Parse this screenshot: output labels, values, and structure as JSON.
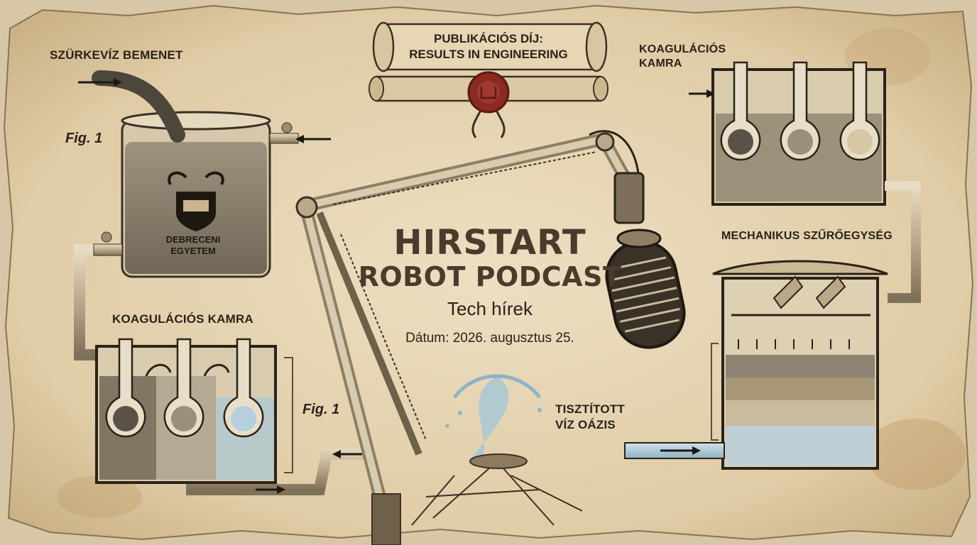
{
  "poster": {
    "title_line1": "HIRSTART",
    "title_line2": "ROBOT PODCAST",
    "subtitle": "Tech hírek",
    "date": "Dátum: 2026. augusztus 25."
  },
  "scroll": {
    "line1": "PUBLIKÁCIÓS DÍJ:",
    "line2": "RESULTS IN ENGINEERING"
  },
  "labels": {
    "greywater_input": "SZÜRKEVÍZ BEMENET",
    "coag_left": "KOAGULÁCIÓS KAMRA",
    "coag_right_line1": "KOAGULÁCIÓS",
    "coag_right_line2": "KAMRA",
    "mech_filter": "MECHANIKUS SZŰRŐEGYSÉG",
    "oasis_line1": "TISZTÍTOTT",
    "oasis_line2": "VÍZ OÁZIS",
    "fig_top": "Fig. 1",
    "fig_mid": "Fig. 1"
  },
  "crest": {
    "line1": "DEBRECENI",
    "line2": "EGYETEM"
  },
  "colors": {
    "parchment": "#e6d7b8",
    "ink": "#2b2218",
    "wax_seal": "#8a2a22",
    "clean_water": "#a9c7d6"
  }
}
